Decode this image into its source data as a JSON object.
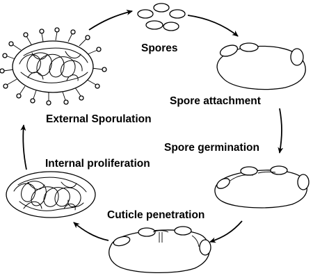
{
  "stages": [
    {
      "id": "spores",
      "label": "Spores"
    },
    {
      "id": "spore-attachment",
      "label": "Spore attachment"
    },
    {
      "id": "spore-germination",
      "label": "Spore germination"
    },
    {
      "id": "cuticle-penetration",
      "label": "Cuticle penetration"
    },
    {
      "id": "internal-proliferation",
      "label": "Internal proliferation"
    },
    {
      "id": "external-sporulation",
      "label": "External Sporulation"
    }
  ],
  "colors": {
    "stroke": "#000000",
    "background": "#ffffff"
  }
}
